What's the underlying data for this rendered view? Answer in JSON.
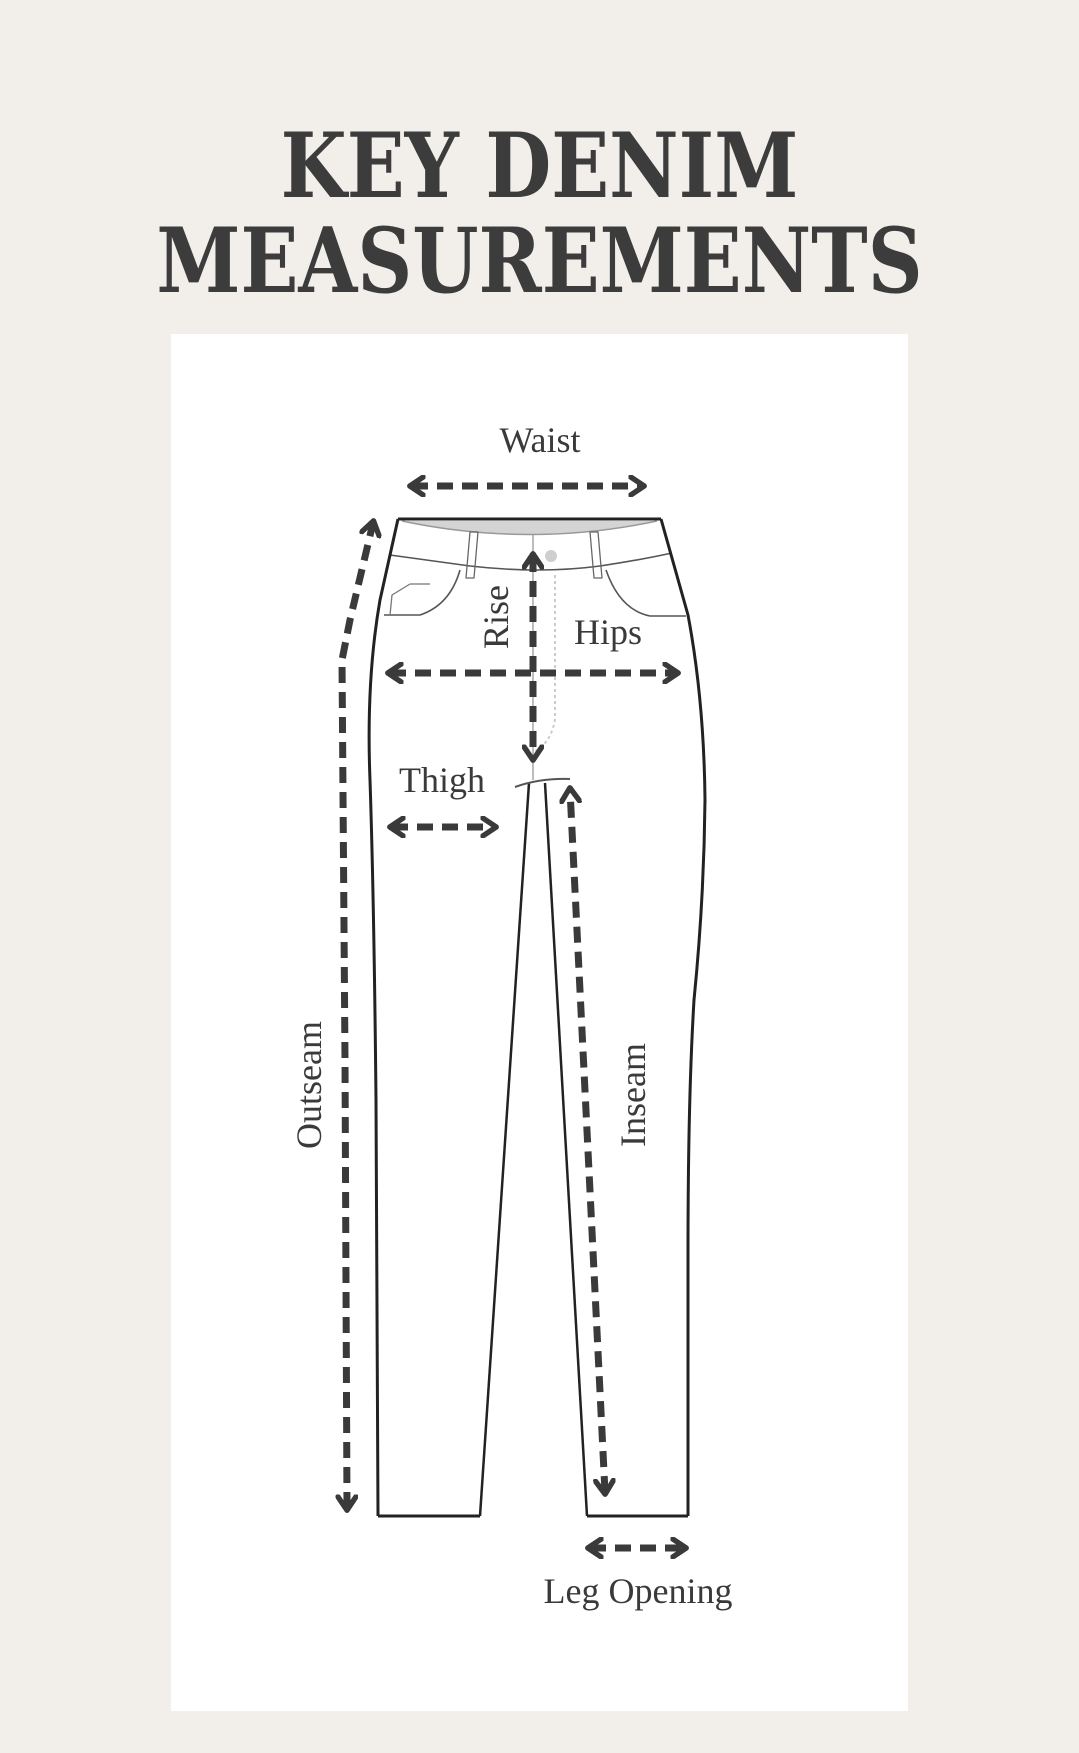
{
  "title": {
    "line1": "KEY DENIM",
    "line2": "MEASUREMENTS"
  },
  "colors": {
    "background": "#f2efea",
    "panel": "#ffffff",
    "ink": "#3d3c3d",
    "outline": "#222222"
  },
  "diagram": {
    "subject": "jeans-outline",
    "labels": {
      "waist": "Waist",
      "rise": "Rise",
      "hips": "Hips",
      "thigh": "Thigh",
      "outseam": "Outseam",
      "inseam": "Inseam",
      "leg_opening": "Leg Opening"
    }
  }
}
